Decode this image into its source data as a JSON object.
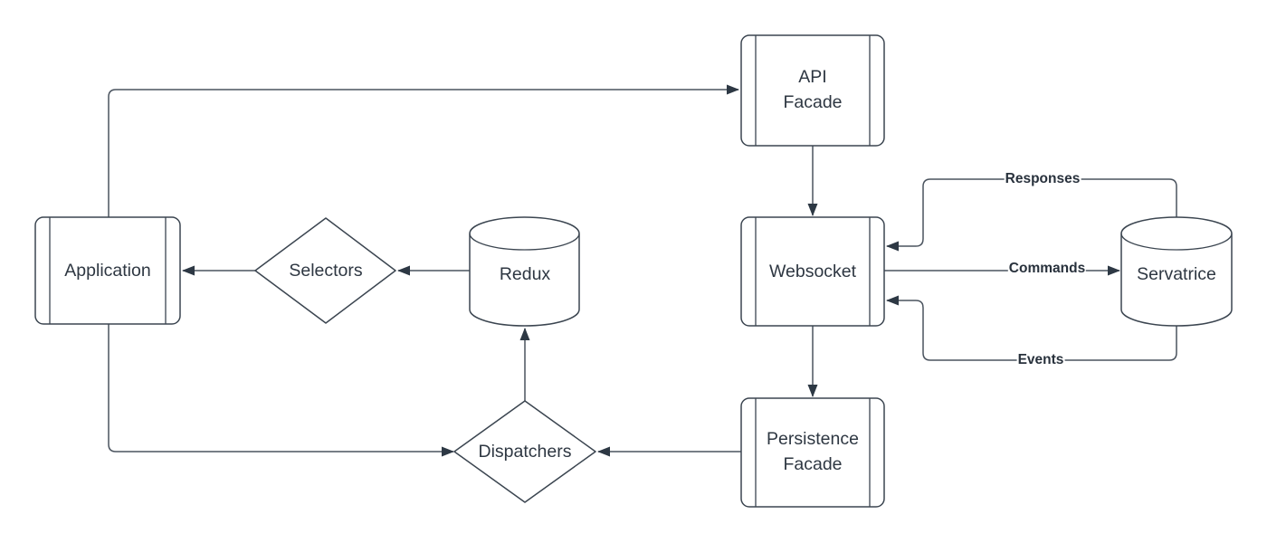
{
  "diagram": {
    "colors": {
      "background": "#ffffff",
      "shape_stroke": "#3b4550",
      "connector_stroke": "#4a535e",
      "arrowhead_fill": "#2d3844",
      "text_color": "#2e3742"
    },
    "nodes": {
      "application": {
        "shape": "process",
        "label": "Application"
      },
      "selectors": {
        "shape": "decision",
        "label": "Selectors"
      },
      "redux": {
        "shape": "database",
        "label": "Redux"
      },
      "api_facade": {
        "shape": "process",
        "line1": "API",
        "line2": "Facade"
      },
      "websocket": {
        "shape": "process",
        "label": "Websocket"
      },
      "servatrice": {
        "shape": "database",
        "label": "Servatrice"
      },
      "persistence_facade": {
        "shape": "process",
        "line1": "Persistence",
        "line2": "Facade"
      },
      "dispatchers": {
        "shape": "decision",
        "label": "Dispatchers"
      }
    },
    "edge_labels": {
      "responses": "Responses",
      "commands": "Commands",
      "events": "Events"
    }
  }
}
